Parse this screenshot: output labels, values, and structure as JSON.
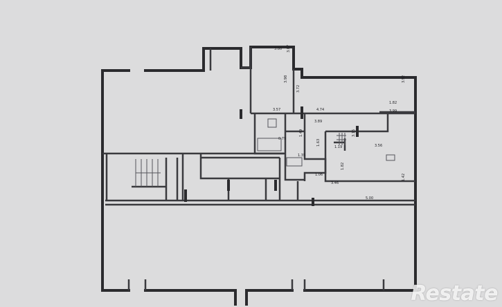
{
  "plan": {
    "dimensions": [
      "3.80",
      "3.87",
      "3.98",
      "3.72",
      "3.92",
      "1.82",
      "3.57",
      "4.74",
      "3.99",
      "3.89",
      "3.15",
      "0.79",
      "1.49",
      "1.63",
      "3.56",
      "1.19",
      "1.82",
      "1.42",
      "1.06",
      "3.46",
      "5.00",
      "1.35"
    ]
  },
  "watermark": {
    "logo": "Restate"
  },
  "colors": {
    "paper": "#d9d9da",
    "walls": "#2b2b2e"
  }
}
